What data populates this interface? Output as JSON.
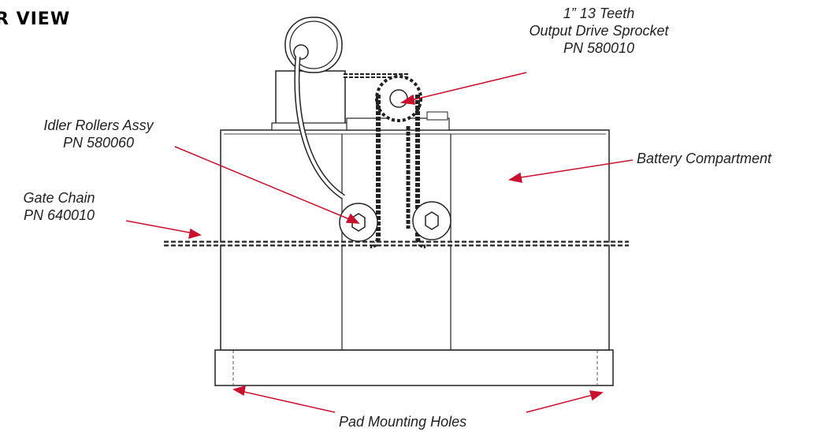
{
  "heading": "R VIEW",
  "labels": {
    "sprocket": [
      "1” 13 Teeth",
      "Output Drive Sprocket",
      "PN 580010"
    ],
    "idler": [
      "Idler Rollers Assy",
      "PN 580060"
    ],
    "gate_chain": [
      "Gate Chain",
      "PN 640010"
    ],
    "battery": "Battery Compartment",
    "pad_holes": "Pad Mounting Holes"
  },
  "colors": {
    "leader": "#c8102e",
    "outline": "#222222",
    "fill": "#ffffff"
  }
}
